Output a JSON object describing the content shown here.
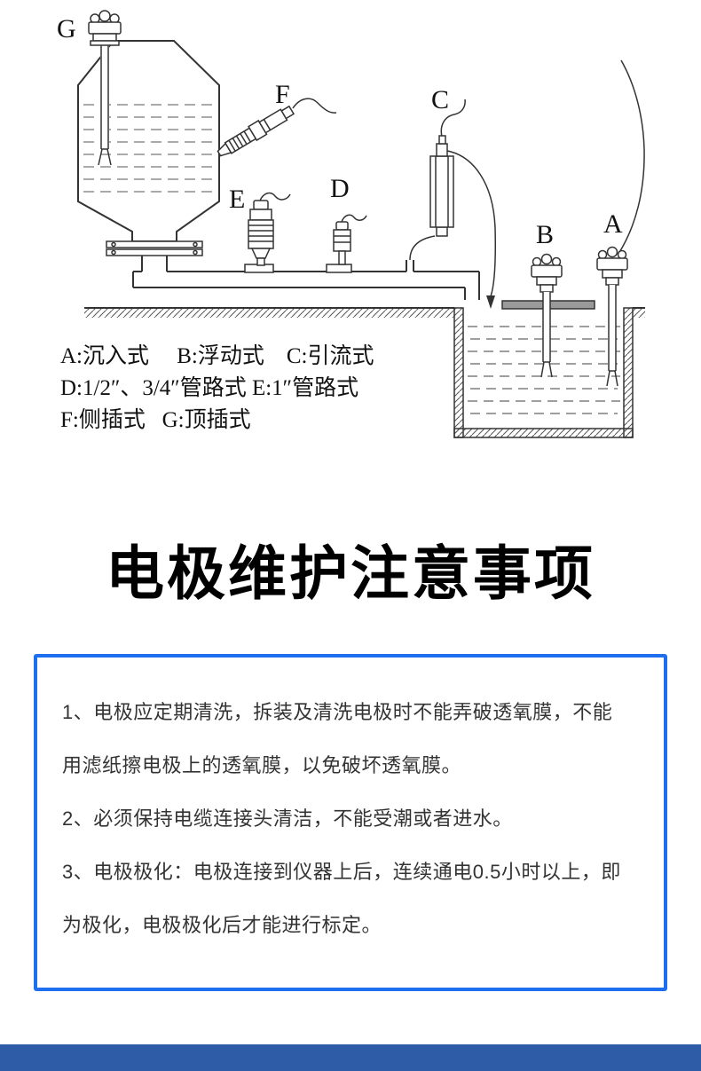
{
  "diagram": {
    "labels": {
      "a": "A",
      "b": "B",
      "c": "C",
      "d": "D",
      "e": "E",
      "f": "F",
      "g": "G"
    },
    "legend_lines": [
      "A:沉入式     B:浮动式    C:引流式",
      "D:1/2″、3/4″管路式 E:1″管路式",
      "F:侧插式   G:顶插式"
    ]
  },
  "title": "电极维护注意事项",
  "notes": {
    "items": [
      "1、电极应定期清洗，拆装及清洗电极时不能弄破透氧膜，不能\n用滤纸擦电极上的透氧膜，以免破坏透氧膜。",
      "2、必须保持电缆连接头清洁，不能受潮或者进水。",
      "3、电极极化：电极连接到仪器上后，连续通电0.5小时以上，即\n为极化，电极极化后才能进行标定。"
    ]
  },
  "colors": {
    "box_border": "#1e6ff0",
    "footer_bar": "#2e5ca6"
  }
}
